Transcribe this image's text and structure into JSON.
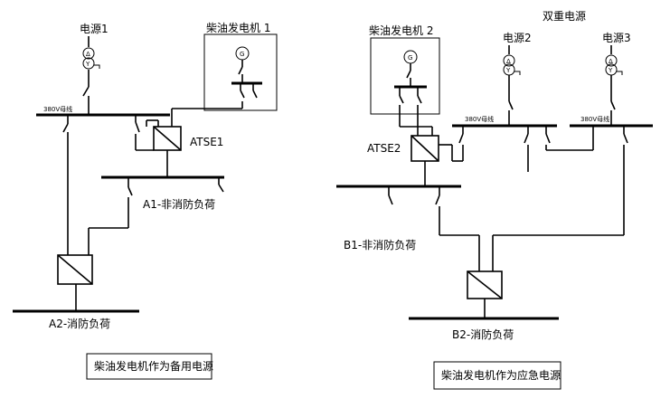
{
  "left": {
    "source1": "电源1",
    "genset1": "柴油发电机 1",
    "bus_voltage": "380V母线",
    "atse": "ATSE1",
    "load_nonfire": "A1-非消防负荷",
    "load_fire": "A2-消防负荷",
    "caption": "柴油发电机作为备用电源"
  },
  "right": {
    "dual_source": "双重电源",
    "genset2": "柴油发电机 2",
    "source2": "电源2",
    "source3": "电源3",
    "bus_voltage_a": "380V母线",
    "bus_voltage_b": "380V母线",
    "atse": "ATSE2",
    "load_nonfire": "B1-非消防负荷",
    "load_fire": "B2-消防负荷",
    "caption": "柴油发电机作为应急电源"
  },
  "icons": {
    "generator": "G",
    "transformer_winding": "Δ",
    "transformer_star": "Y"
  }
}
